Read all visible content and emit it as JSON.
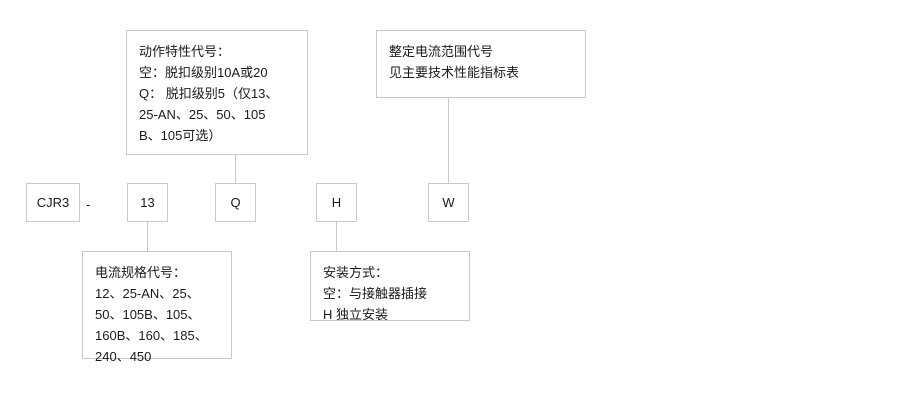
{
  "diagram": {
    "title": "CJR3 model designation breakdown",
    "code_boxes": [
      {
        "id": "series",
        "label": "CJR3"
      },
      {
        "id": "separator",
        "label": "-"
      },
      {
        "id": "current-rating",
        "label": "13"
      },
      {
        "id": "trip-characteristic",
        "label": "Q"
      },
      {
        "id": "mounting",
        "label": "H"
      },
      {
        "id": "current-range",
        "label": "W"
      }
    ],
    "callouts": [
      {
        "id": "trip-characteristic-note",
        "text": "动作特性代号：\n空：脱扣级别10A或20\nQ： 脱扣级别5（仅13、\n25-AN、25、50、105\nB、105可选）"
      },
      {
        "id": "current-range-note",
        "text": "整定电流范围代号\n见主要技术性能指标表"
      },
      {
        "id": "current-rating-note",
        "text": "电流规格代号：\n12、25-AN、25、\n50、105B、105、\n160B、160、185、\n240、450"
      },
      {
        "id": "mounting-note",
        "text": "安装方式：\n空：与接触器插接\nH  独立安装"
      }
    ],
    "colors": {
      "border": "#c9c9c9",
      "text": "#1a1a1a",
      "background": "#ffffff"
    }
  }
}
